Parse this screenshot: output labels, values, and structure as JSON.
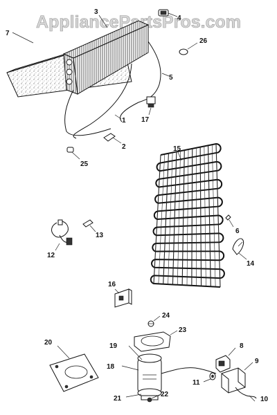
{
  "watermark": "AppliancePartsPros.com",
  "labels": {
    "p1": "1",
    "p2": "2",
    "p3": "3",
    "p4": "4",
    "p5": "5",
    "p6": "6",
    "p7": "7",
    "p8": "8",
    "p9": "9",
    "p10": "10",
    "p11": "11",
    "p12": "12",
    "p13": "13",
    "p14": "14",
    "p15": "15",
    "p16": "16",
    "p17": "17",
    "p18": "18",
    "p19": "19",
    "p20": "20",
    "p21": "21",
    "p22": "22",
    "p23": "23",
    "p24": "24",
    "p25": "25",
    "p26": "26"
  }
}
